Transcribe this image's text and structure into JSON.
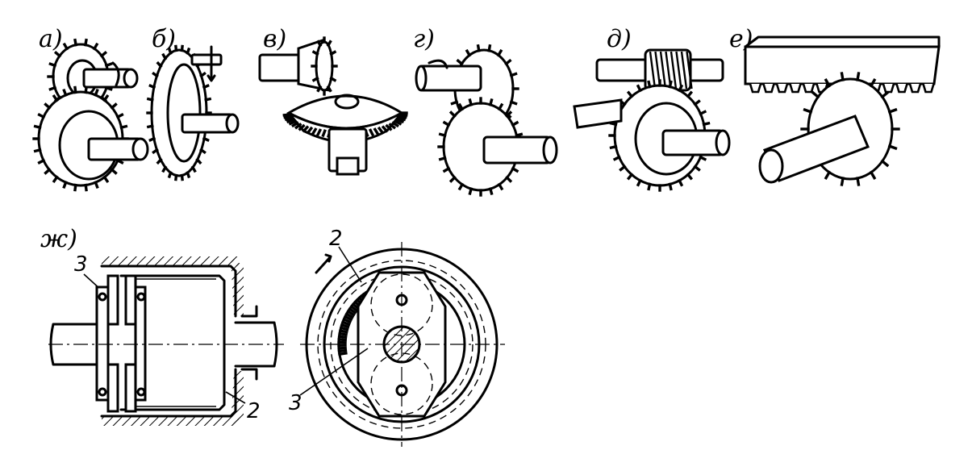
{
  "labels": {
    "a": "а)",
    "b": "б)",
    "v": "в)",
    "g": "г)",
    "d": "д)",
    "e": "е)",
    "zh": "ж)"
  },
  "callouts": {
    "left_3": "3",
    "left_2": "2",
    "right_2": "2",
    "right_3": "3"
  }
}
